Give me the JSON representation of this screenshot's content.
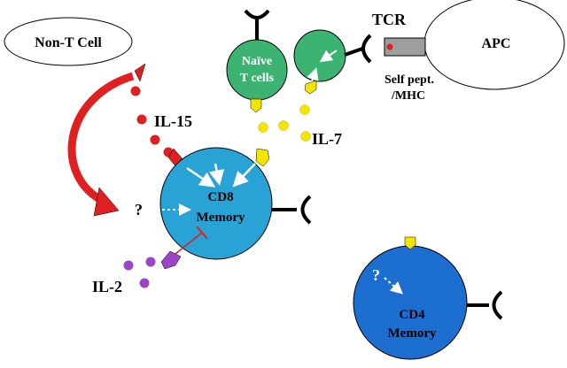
{
  "cells": {
    "non_t": "Non-T Cell",
    "apc": "APC",
    "naive_line1": "Naïve",
    "naive_line2": "T cells",
    "cd8_line1": "CD8",
    "cd8_line2": "Memory",
    "cd4_line1": "CD4",
    "cd4_line2": "Memory"
  },
  "labels": {
    "tcr": "TCR",
    "self_line1": "Self pept.",
    "self_line2": "/MHC",
    "il15": "IL-15",
    "il7": "IL-7",
    "il2": "IL-2",
    "question_cd8": "?",
    "question_cd4": "?"
  },
  "colors": {
    "naive": "#3cb371",
    "cd8": "#29a3d6",
    "cd4": "#1c6fd1",
    "il15": "#e02020",
    "il7": "#f2e600",
    "il2": "#9b45c9",
    "mhc": "#9e9e9e"
  }
}
